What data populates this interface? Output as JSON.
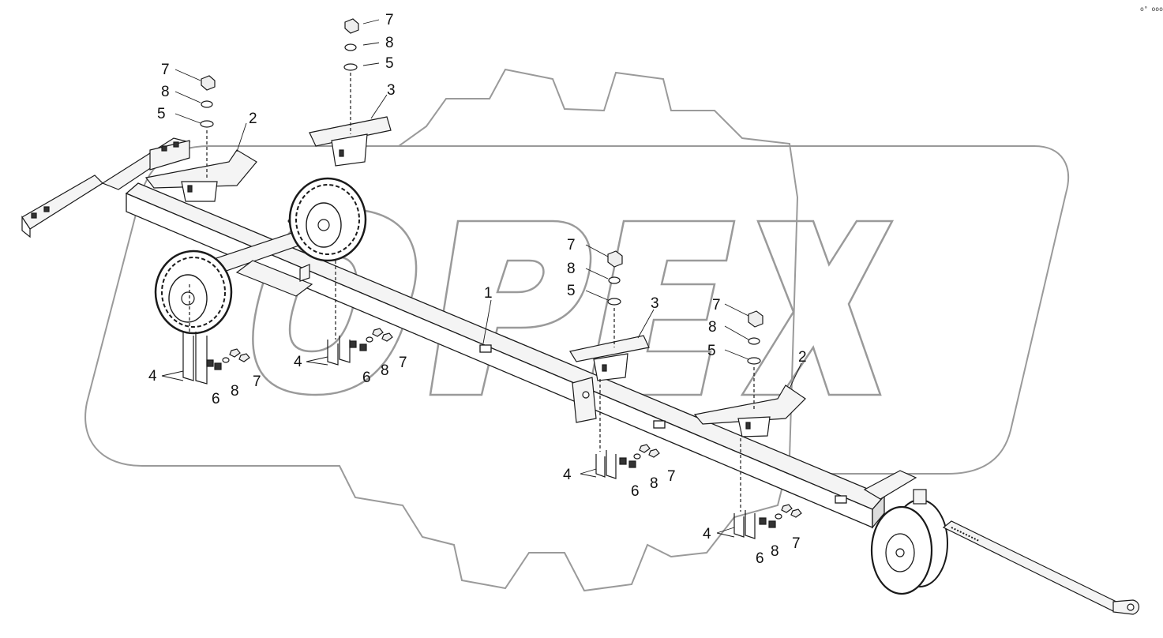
{
  "colors": {
    "line": "#1a1a1a",
    "watermark": "#9a9a9a",
    "part_fill": "#f4f4f4",
    "dark_part": "#333333"
  },
  "watermark": {
    "brand": "OPEX",
    "icon": "gear-watermark-icon"
  },
  "corner_mark": "o° ooo",
  "callouts": [
    {
      "id": "c1",
      "text": "7"
    },
    {
      "id": "c2",
      "text": "8"
    },
    {
      "id": "c3",
      "text": "5"
    },
    {
      "id": "c4",
      "text": "2"
    },
    {
      "id": "c5",
      "text": "7"
    },
    {
      "id": "c6",
      "text": "8"
    },
    {
      "id": "c7",
      "text": "5"
    },
    {
      "id": "c8",
      "text": "3"
    },
    {
      "id": "c9",
      "text": "4"
    },
    {
      "id": "c10",
      "text": "6"
    },
    {
      "id": "c11",
      "text": "8"
    },
    {
      "id": "c12",
      "text": "7"
    },
    {
      "id": "c13",
      "text": "4"
    },
    {
      "id": "c14",
      "text": "6"
    },
    {
      "id": "c15",
      "text": "8"
    },
    {
      "id": "c16",
      "text": "7"
    },
    {
      "id": "c17",
      "text": "1"
    },
    {
      "id": "c18",
      "text": "7"
    },
    {
      "id": "c19",
      "text": "8"
    },
    {
      "id": "c20",
      "text": "5"
    },
    {
      "id": "c21",
      "text": "3"
    },
    {
      "id": "c22",
      "text": "7"
    },
    {
      "id": "c23",
      "text": "8"
    },
    {
      "id": "c24",
      "text": "5"
    },
    {
      "id": "c25",
      "text": "2"
    },
    {
      "id": "c26",
      "text": "4"
    },
    {
      "id": "c27",
      "text": "6"
    },
    {
      "id": "c28",
      "text": "8"
    },
    {
      "id": "c29",
      "text": "7"
    },
    {
      "id": "c30",
      "text": "4"
    },
    {
      "id": "c31",
      "text": "6"
    },
    {
      "id": "c32",
      "text": "8"
    },
    {
      "id": "c33",
      "text": "7"
    }
  ]
}
